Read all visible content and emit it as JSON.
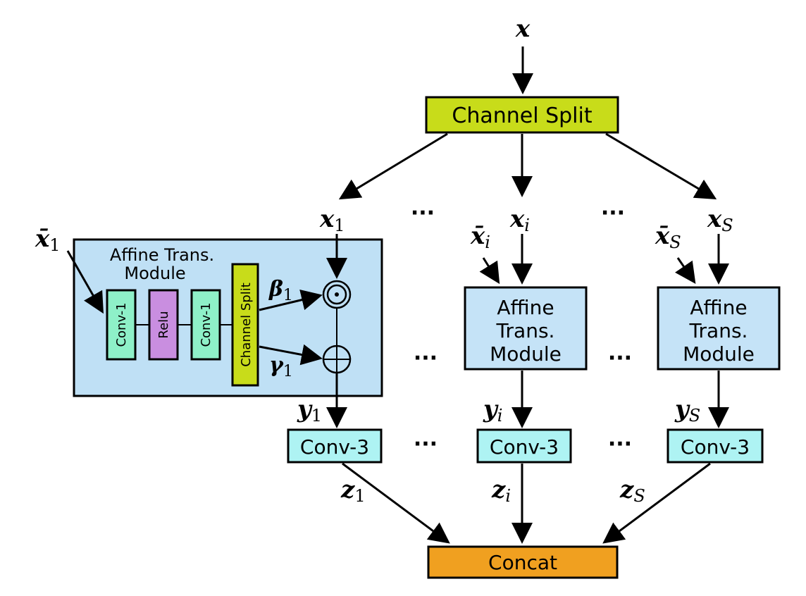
{
  "colors": {
    "split": "#c8dc1a",
    "atm_outer": "#bfe0f5",
    "atm_box": "#c5e3f7",
    "conv1": "#8ef0c8",
    "relu": "#c98ee0",
    "conv3": "#aef3f3",
    "concat": "#f0a020"
  },
  "nodes": {
    "channel_split": "Channel Split",
    "concat": "Concat",
    "conv3": "Conv-3",
    "atm_inline": [
      "Affine Trans.",
      "Module"
    ],
    "atm_box": [
      "Affine",
      "Trans.",
      "Module"
    ],
    "conv1": "Conv-1",
    "relu": "Relu",
    "inner_split": "Channel Split"
  },
  "symbols": {
    "x": "x",
    "x1": {
      "base": "x",
      "sub": "1"
    },
    "xi": {
      "base": "x",
      "sub": "i"
    },
    "xS": {
      "base": "x",
      "sub": "S"
    },
    "xbar1": {
      "base": "x̄",
      "sub": "1"
    },
    "xbari": {
      "base": "x̄",
      "sub": "i"
    },
    "xbarS": {
      "base": "x̄",
      "sub": "S"
    },
    "beta1": {
      "base": "β",
      "sub": "1"
    },
    "gamma1": {
      "base": "γ",
      "sub": "1"
    },
    "y1": {
      "base": "y",
      "sub": "1"
    },
    "yi": {
      "base": "y",
      "sub": "i"
    },
    "yS": {
      "base": "y",
      "sub": "S"
    },
    "z1": {
      "base": "z",
      "sub": "1"
    },
    "zi": {
      "base": "z",
      "sub": "i"
    },
    "zS": {
      "base": "z",
      "sub": "S"
    },
    "ellipsis": "···"
  }
}
